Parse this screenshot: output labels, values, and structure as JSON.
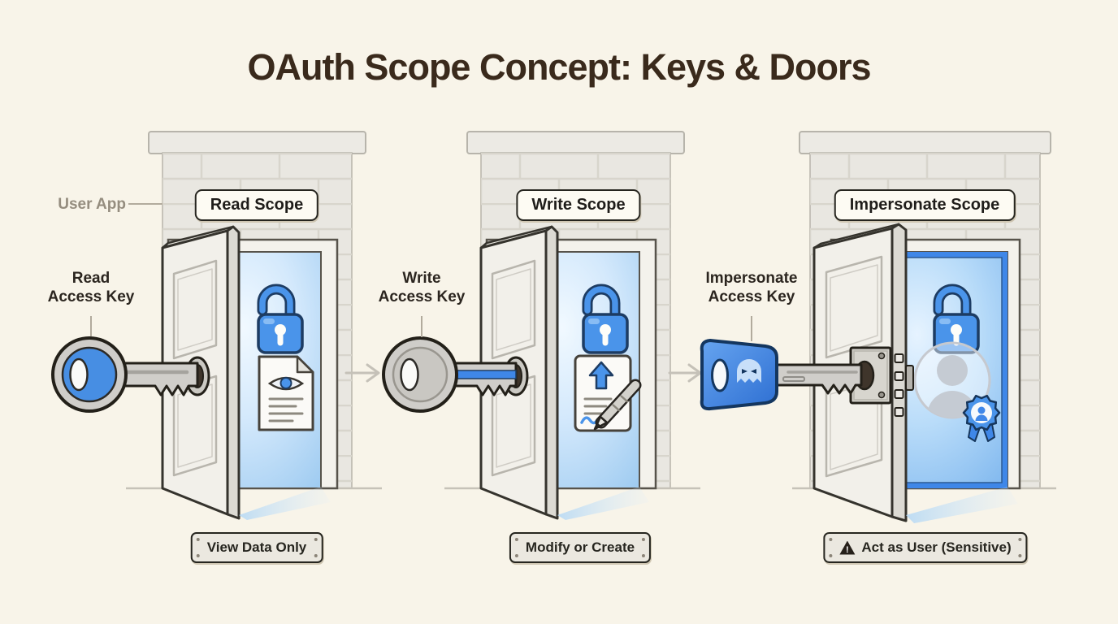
{
  "title": "OAuth Scope Concept: Keys & Doors",
  "annotations": {
    "user_app_label": "User App"
  },
  "icons": {
    "warning_glyph": "!"
  },
  "panels": [
    {
      "scope_label": "Read Scope",
      "key_label_line1": "Read",
      "key_label_line2": "Access Key",
      "plaque_label": "View Data Only",
      "key_icon": "blue-round-key-icon",
      "lock_icon": "open-padlock-icon",
      "content_icon": "document-eye-icon"
    },
    {
      "scope_label": "Write Scope",
      "key_label_line1": "Write",
      "key_label_line2": "Access Key",
      "plaque_label": "Modify or Create",
      "key_icon": "silver-key-blue-stripe-icon",
      "lock_icon": "open-padlock-icon",
      "content_icon": "document-pen-icon"
    },
    {
      "scope_label": "Impersonate Scope",
      "key_label_line1": "Impersonate",
      "key_label_line2": "Access Key",
      "plaque_label": "Act as User (Sensitive)",
      "plaque_warning_icon": "warning-triangle-icon",
      "key_icon": "blue-fob-ghost-key-icon",
      "lock_icon": "open-padlock-icon",
      "content_icon": "user-avatar-badge-icon"
    }
  ],
  "colors": {
    "background": "#f8f4e9",
    "title_text": "#3a2a1c",
    "label_text": "#2b251f",
    "muted_text": "#958d7f",
    "accent_blue": "#3f87e8",
    "lock_blue": "#4a94ea",
    "wall_gray": "#e9e7e1"
  }
}
